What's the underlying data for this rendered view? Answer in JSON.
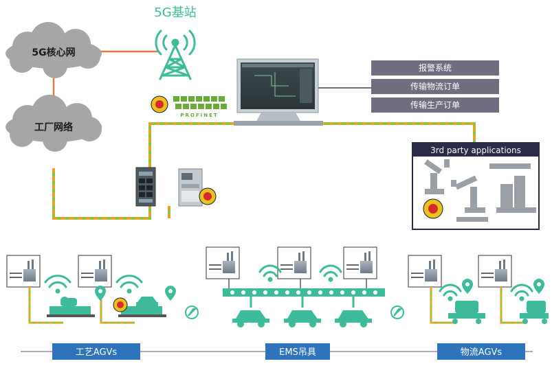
{
  "base_station": {
    "label": "5G基站"
  },
  "core_network": {
    "label": "5G核心网"
  },
  "factory_network": {
    "label": "工厂网络"
  },
  "system_menu": {
    "items": [
      "报警系统",
      "传输物流订单",
      "传输生产订单"
    ]
  },
  "third_party": {
    "title": "3rd party applications"
  },
  "profinet_logo": {
    "text": "PROFINET"
  },
  "zones": {
    "process_agvs": "工艺AGVs",
    "ems": "EMS吊具",
    "logistics_agvs": "物流AGVs"
  },
  "colors": {
    "accent_green": "#3dbb9a",
    "menu_gray": "#6e6e80",
    "zone_blue": "#2f73ba",
    "cable_green": "#8bc53f",
    "cable_orange": "#f0a020",
    "link_orange": "#e07a3a",
    "cloud_gray": "#a6a6a6"
  },
  "icons": [
    "cell-tower-icon",
    "cloud-icon",
    "monitor-icon",
    "network-switch-icon",
    "controller-icon",
    "robot-arm-icon",
    "wifi-icon",
    "location-pin-icon",
    "compass-icon",
    "car-icon",
    "cart-icon",
    "badge-icon"
  ]
}
